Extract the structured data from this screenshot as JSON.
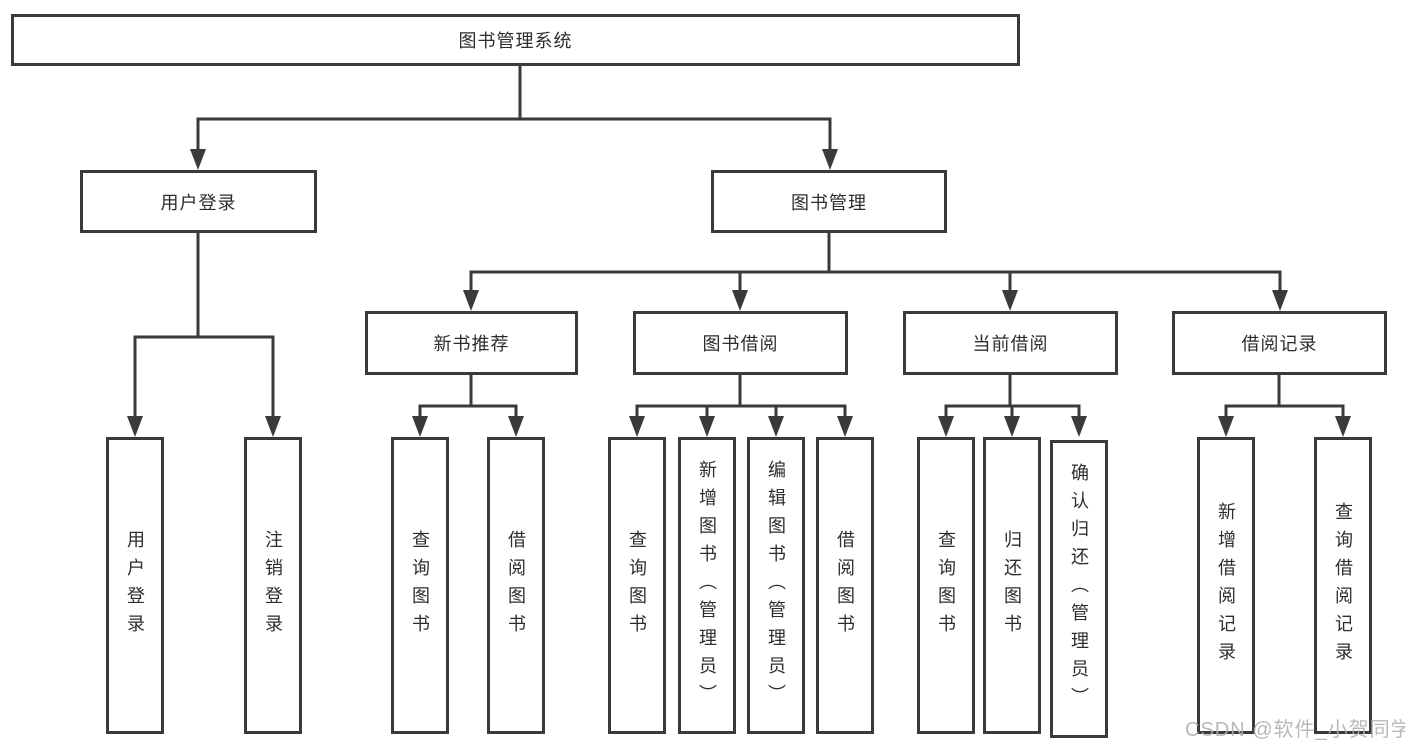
{
  "diagram": {
    "root": {
      "label": "图书管理系统"
    },
    "branches": {
      "user_login": {
        "label": "用户登录",
        "children": [
          "用户登录",
          "注销登录"
        ]
      },
      "book_management": {
        "label": "图书管理"
      }
    },
    "modules": {
      "new_book": {
        "label": "新书推荐",
        "children": [
          "查询图书",
          "借阅图书"
        ]
      },
      "book_borrow": {
        "label": "图书借阅",
        "children": [
          "查询图书",
          "新增图书（管理员）",
          "编辑图书（管理员）",
          "借阅图书"
        ]
      },
      "current_borrow": {
        "label": "当前借阅",
        "children": [
          "查询图书",
          "归还图书",
          "确认归还（管理员）"
        ]
      },
      "borrow_record": {
        "label": "借阅记录",
        "children": [
          "新增借阅记录",
          "查询借阅记录"
        ]
      }
    }
  },
  "watermark": {
    "text": "CSDN @软件_小贺同学"
  },
  "colors": {
    "line": "#3a3a3a",
    "box_fill": "#ffffff",
    "text": "#2d2d2d",
    "watermark": "#b0b0b0"
  }
}
